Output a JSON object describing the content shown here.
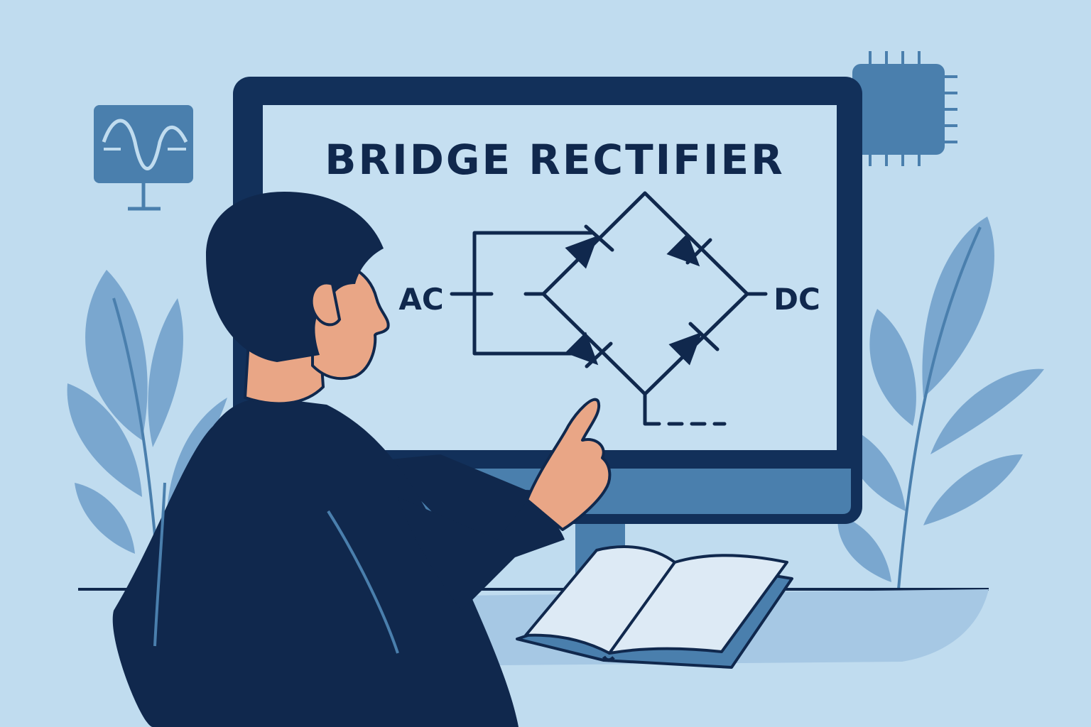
{
  "screen": {
    "title": "BRIDGE RECTIFIER",
    "input_label": "AC",
    "output_label": "DC"
  },
  "colors": {
    "background": "#c0dcef",
    "navy": "#10284d",
    "screen": "#c5dff1",
    "mid_blue": "#4a7fad",
    "leaf": "#7aa7cf",
    "skin": "#e9a686"
  },
  "icons": [
    "waveform-monitor-icon",
    "microchip-icon",
    "diode-icon",
    "open-book",
    "plant"
  ]
}
